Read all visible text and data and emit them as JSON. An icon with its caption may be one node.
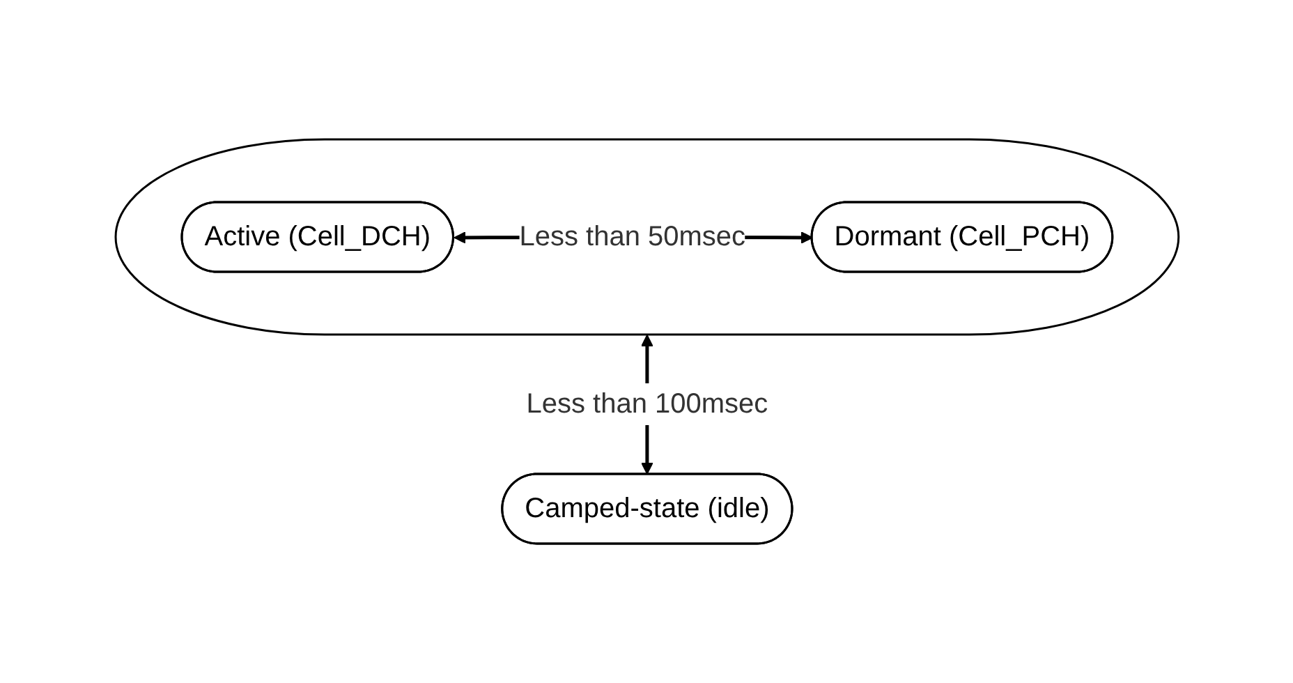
{
  "diagram": {
    "nodes": [
      {
        "text": [],
        "shape": "ellipse"
      },
      {
        "text": [
          "Active (Cell_DCH)"
        ],
        "in": 0
      },
      {
        "text": [
          "Dormant (Cell_PCH)"
        ],
        "in": 0
      },
      {
        "text": [
          "Camped-state (idle)"
        ]
      }
    ],
    "edges": [
      {
        "from": 1,
        "to": 2,
        "arrow": "both",
        "label": "Less than 50msec"
      },
      {
        "from": 0,
        "to": 3,
        "arrow": "both",
        "label": "Less than 100msec"
      }
    ]
  }
}
